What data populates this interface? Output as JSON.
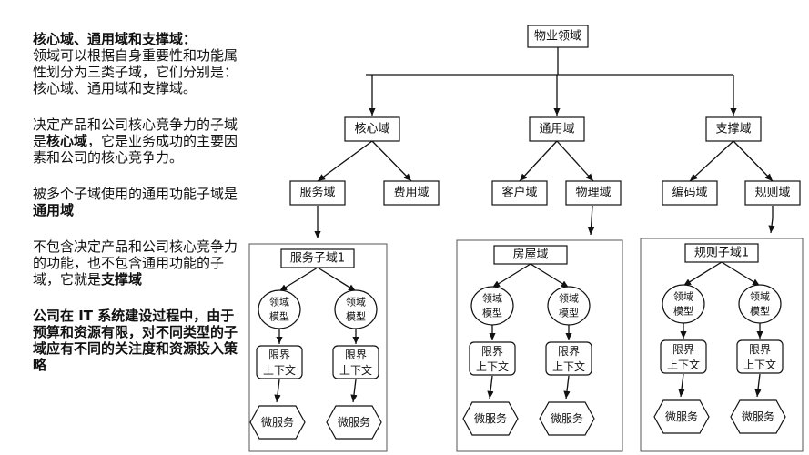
{
  "intro": {
    "title": "核心域、通用域和支撑域：",
    "body": "领域可以根据自身重要性和功能属性划分为三类子域，它们分别是：核心域、通用域和支撑域。"
  },
  "core_para": {
    "pre": "决定产品和公司核心竞争力的子域是",
    "term": "核心域",
    "post": "，它是业务成功的主要因素和公司的核心竞争力。"
  },
  "generic_para": {
    "pre": "被多个子域使用的通用功能子域是",
    "term": "通用域"
  },
  "support_para": {
    "pre": "不包含决定产品和公司核心竞争力的功能，也不包含通用功能的子域，它就是",
    "term": "支撑域"
  },
  "conclusion": "公司在 IT 系统建设过程中，由于预算和资源有限，对不同类型的子域应有不同的关注度和资源投入策略",
  "diagram": {
    "root": "物业领域",
    "domains": [
      {
        "label": "核心域",
        "children": [
          "服务域",
          "费用域"
        ]
      },
      {
        "label": "通用域",
        "children": [
          "客户域",
          "物理域"
        ]
      },
      {
        "label": "支撑域",
        "children": [
          "编码域",
          "规则域"
        ]
      }
    ],
    "panels": [
      {
        "title": "服务子域1"
      },
      {
        "title": "房屋域"
      },
      {
        "title": "规则子域1"
      }
    ],
    "model_label_line1": "领域",
    "model_label_line2": "模型",
    "context_line1": "限界",
    "context_line2": "上下文",
    "service_label": "微服务"
  }
}
